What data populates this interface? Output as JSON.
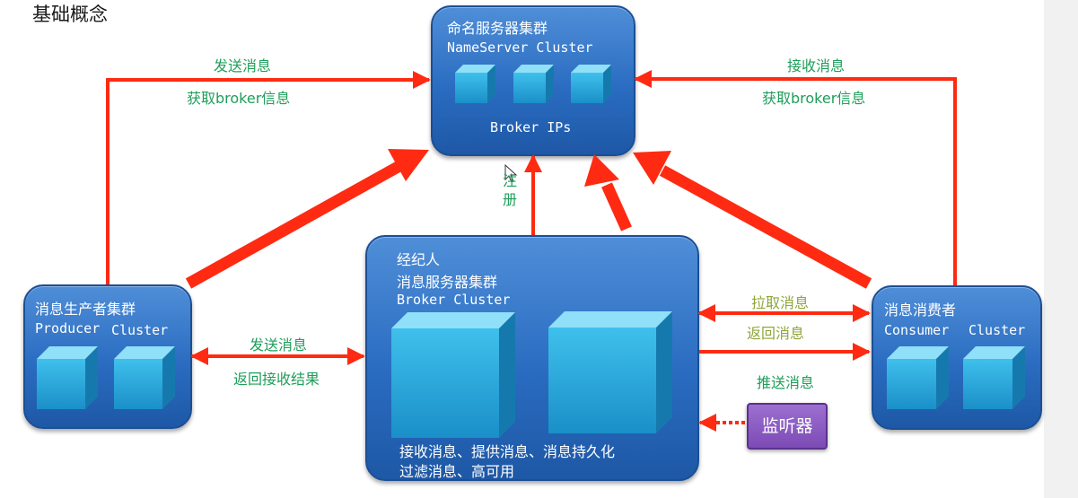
{
  "page_title": "基础概念",
  "nameserver": {
    "title_cn": "命名服务器集群",
    "title_en": "NameServer Cluster",
    "footer": "Broker IPs"
  },
  "producer": {
    "title_cn": "消息生产者集群",
    "title_en_1": "Producer",
    "title_en_2": "Cluster"
  },
  "broker": {
    "title_1": "经纪人",
    "title_2": "消息服务器集群",
    "title_en": "Broker Cluster",
    "desc_1": "接收消息、提供消息、消息持久化",
    "desc_2": "过滤消息、高可用"
  },
  "consumer": {
    "title_cn": "消息消费者",
    "title_en_1": "Consumer",
    "title_en_2": "Cluster"
  },
  "listener": {
    "label": "监听器"
  },
  "labels": {
    "producer_to_ns_1": "发送消息",
    "producer_to_ns_2": "获取broker信息",
    "consumer_to_ns_1": "接收消息",
    "consumer_to_ns_2": "获取broker信息",
    "register": "注册",
    "producer_broker_1": "发送消息",
    "producer_broker_2": "返回接收结果",
    "pull": "拉取消息",
    "return": "返回消息",
    "push": "推送消息"
  },
  "colors": {
    "arrow": "#ff2a12",
    "box": "#2a6cc1",
    "cube": "#29a8d8",
    "label_green": "#1e9e5a",
    "label_olive": "#8fa53a",
    "listener": "#7c4bb5"
  }
}
